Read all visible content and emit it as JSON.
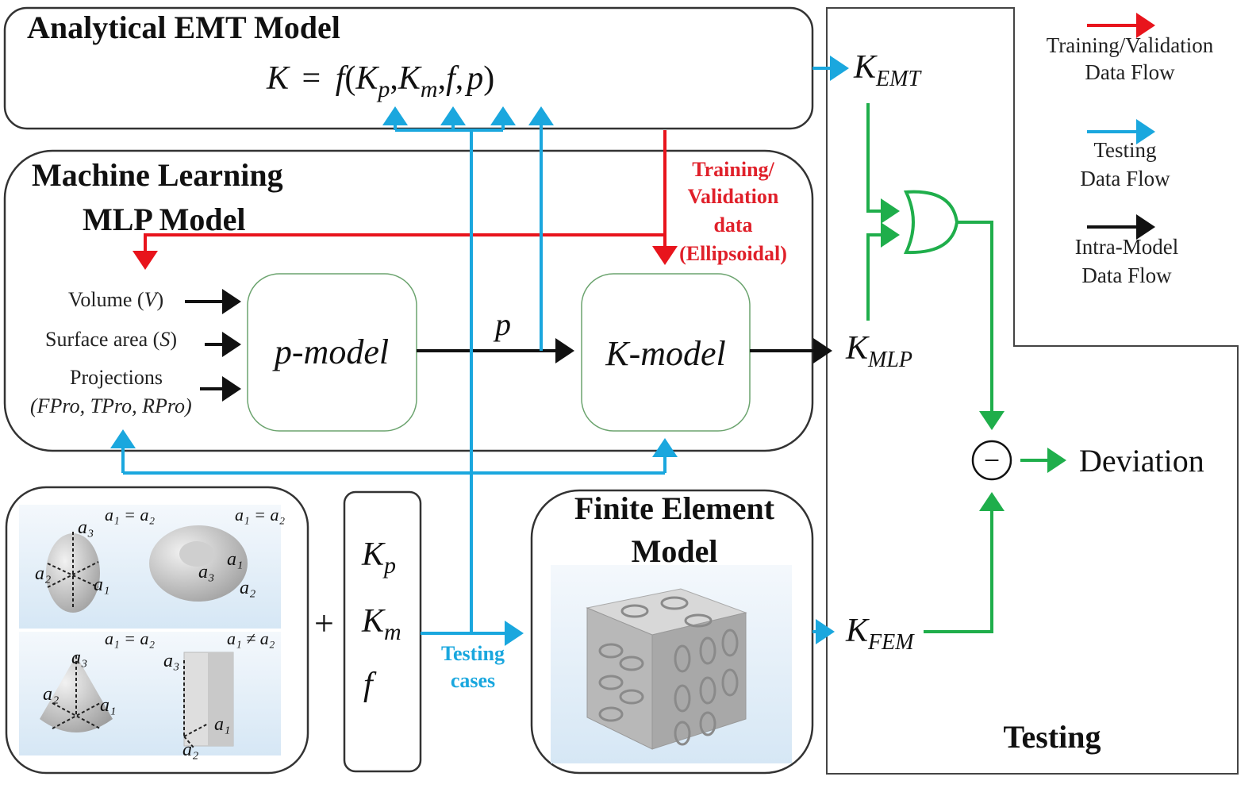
{
  "colors": {
    "training_flow": "#e8141c",
    "testing_flow": "#1aa7de",
    "intra_model_flow": "#111111",
    "comparison_flow": "#1fae4b",
    "model_box_border": "#2e7d32"
  },
  "emt_panel": {
    "title": "Analytical EMT Model",
    "equation": {
      "lhs": "K",
      "eq": "=",
      "func": "f",
      "open": "(",
      "k": "K",
      "p_sub": "p",
      "m_sub": "m",
      "comma": ",",
      "f": "f",
      "p": "p",
      "close": ")"
    }
  },
  "ml_panel": {
    "title_line1": "Machine Learning",
    "title_line2": "MLP Model",
    "inputs": [
      {
        "label": "Volume (",
        "symbol": "V",
        "suffix": ")"
      },
      {
        "label": "Surface area (",
        "symbol": "S",
        "suffix": ")"
      },
      {
        "label": "Projections",
        "line2": "(FPro, TPro, RPro)"
      }
    ],
    "p_model": "p-model",
    "k_model": "K-model",
    "p_label": "p"
  },
  "training_annotation": {
    "line1": "Training/",
    "line2": "Validation",
    "line3": "data",
    "line4": "(Ellipsoidal)"
  },
  "shapes_panel": {
    "labels": [
      {
        "name": "ellipsoid",
        "constraint": "a₁ = a₂",
        "axes": [
          "a₁",
          "a₂",
          "a₃"
        ]
      },
      {
        "name": "torus",
        "constraint": "a₁ = a₂",
        "axes": [
          "a₁",
          "a₂",
          "a₃"
        ]
      },
      {
        "name": "cone",
        "constraint": "a₁ = a₂",
        "axes": [
          "a₁",
          "a₂",
          "a₃"
        ]
      },
      {
        "name": "prism",
        "constraint": "a₁ ≠ a₂",
        "axes": [
          "a₁",
          "a₂",
          "a₃"
        ]
      }
    ]
  },
  "plus_sign": "+",
  "params_panel": {
    "kp": {
      "base": "K",
      "sub": "p"
    },
    "km": {
      "base": "K",
      "sub": "m"
    },
    "f": "f"
  },
  "testing_cases": {
    "line1": "Testing",
    "line2": "cases"
  },
  "fem_panel": {
    "title_line1": "Finite Element",
    "title_line2": "Model"
  },
  "outputs": {
    "k_emt": {
      "base": "K",
      "sub": "EMT"
    },
    "k_mlp": {
      "base": "K",
      "sub": "MLP"
    },
    "k_fem": {
      "base": "K",
      "sub": "FEM"
    }
  },
  "comparison": {
    "minus_symbol": "−",
    "deviation": "Deviation"
  },
  "testing_region": {
    "label": "Testing"
  },
  "legend": [
    {
      "line1": "Training/Validation",
      "line2": "Data Flow",
      "color_key": "training_flow"
    },
    {
      "line1": "Testing",
      "line2": "Data Flow",
      "color_key": "testing_flow"
    },
    {
      "line1": "Intra-Model",
      "line2": "Data Flow",
      "color_key": "intra_model_flow"
    }
  ]
}
